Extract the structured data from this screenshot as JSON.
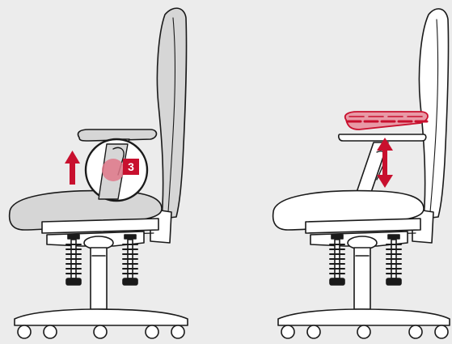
{
  "colors": {
    "background": "#ececec",
    "outline": "#1a1a1a",
    "upholstery": "#d6d6d6",
    "accent": "#c8102e",
    "accent_light": "#e0788a",
    "lever_highlight": "#e89aa6"
  },
  "left_panel": {
    "step_badge": "3",
    "arrow_direction": "up"
  },
  "right_panel": {
    "arrow_direction": "up-down"
  }
}
